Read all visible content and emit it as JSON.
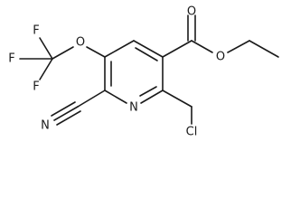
{
  "molecule": {
    "atoms": {
      "O_ester_carbonyl": "O",
      "O_ester_ether": "O",
      "O_ether": "O",
      "N_ring": "N",
      "N_nitrile": "N",
      "Cl": "Cl",
      "F_top": "F",
      "F_left": "F",
      "F_bottom": "F"
    },
    "colors": {
      "bond": "#1a1a1a",
      "label": "#1a1a1a",
      "background": "#ffffff"
    }
  }
}
